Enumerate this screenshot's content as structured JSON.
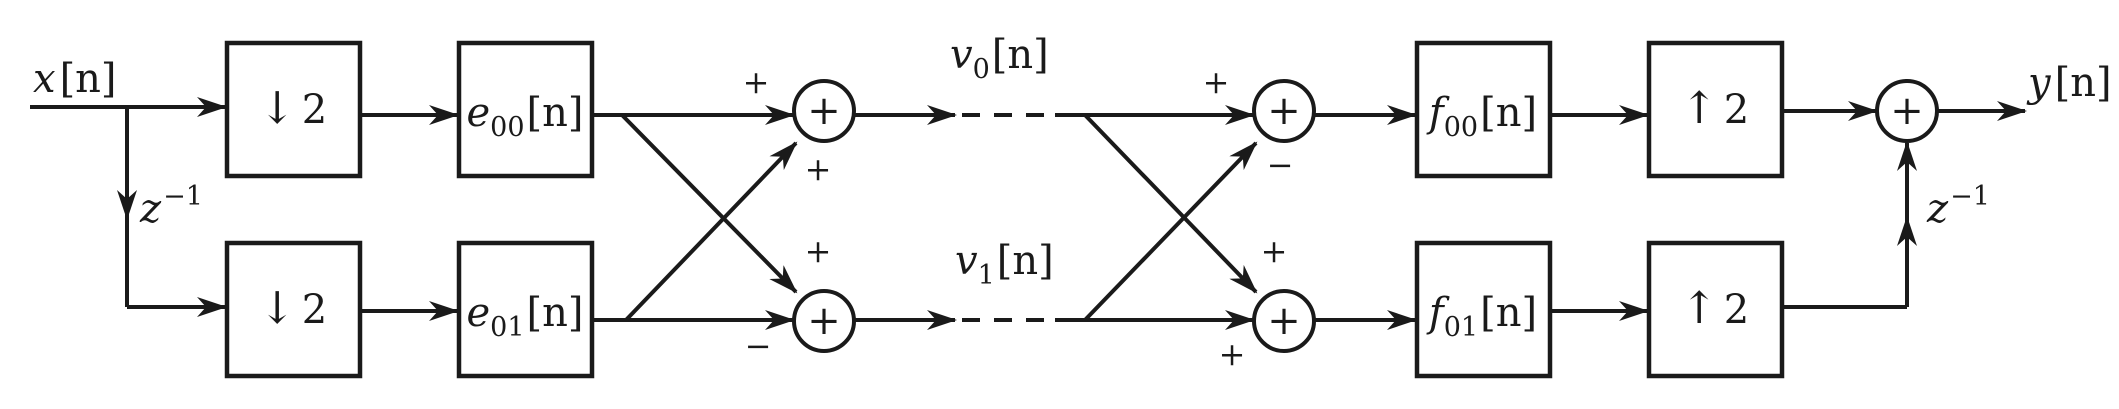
{
  "signals": {
    "input": {
      "name": "x",
      "arg": "[n]"
    },
    "output": {
      "name": "y",
      "arg": "[n]"
    },
    "v0": {
      "name": "v",
      "sub": "0",
      "arg": "[n]"
    },
    "v1": {
      "name": "v",
      "sub": "1",
      "arg": "[n]"
    }
  },
  "blocks": {
    "down_top": "2",
    "down_bottom": "2",
    "e00": {
      "name": "e",
      "sub": "00",
      "arg": "[n]"
    },
    "e01": {
      "name": "e",
      "sub": "01",
      "arg": "[n]"
    },
    "f00": {
      "name": "f",
      "sub": "00",
      "arg": "[n]"
    },
    "f01": {
      "name": "f",
      "sub": "01",
      "arg": "[n]"
    },
    "up_top": "2",
    "up_bottom": "2"
  },
  "delays": {
    "input": {
      "base": "z",
      "exp": "−1"
    },
    "output": {
      "base": "z",
      "exp": "−1"
    }
  },
  "signs": {
    "a1_top": "+",
    "a1_bottom": "+",
    "a2_top": "+",
    "a2_bottom": "−",
    "a3_top": "+",
    "a3_bottom": "−",
    "a4_top": "+",
    "a4_bottom": "+"
  },
  "adder_symbol": "+",
  "down_arrow": "↓",
  "up_arrow": "↑"
}
